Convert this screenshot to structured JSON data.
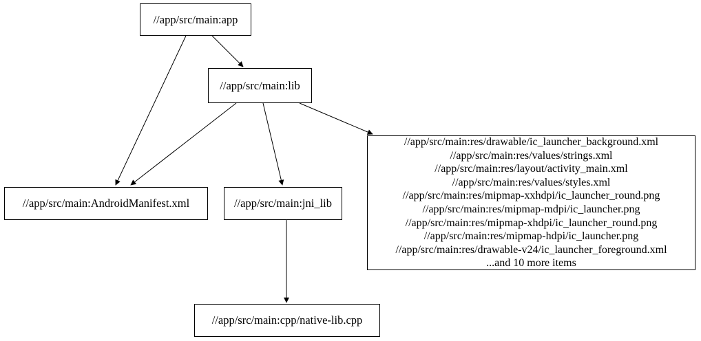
{
  "graph": {
    "type": "dependency-graph",
    "colors": {
      "background": "#ffffff",
      "node_border": "#000000",
      "node_fill": "#ffffff",
      "edge": "#000000",
      "text": "#000000"
    },
    "nodes": {
      "app": {
        "label": "//app/src/main:app"
      },
      "lib": {
        "label": "//app/src/main:lib"
      },
      "android_manifest": {
        "label": "//app/src/main:AndroidManifest.xml"
      },
      "jni_lib": {
        "label": "//app/src/main:jni_lib"
      },
      "res_group": {
        "lines": [
          "//app/src/main:res/drawable/ic_launcher_background.xml",
          "//app/src/main:res/values/strings.xml",
          "//app/src/main:res/layout/activity_main.xml",
          "//app/src/main:res/values/styles.xml",
          "//app/src/main:res/mipmap-xxhdpi/ic_launcher_round.png",
          "//app/src/main:res/mipmap-mdpi/ic_launcher.png",
          "//app/src/main:res/mipmap-xhdpi/ic_launcher_round.png",
          "//app/src/main:res/mipmap-hdpi/ic_launcher.png",
          "//app/src/main:res/drawable-v24/ic_launcher_foreground.xml",
          "...and 10 more items"
        ]
      },
      "native_lib_cpp": {
        "label": "//app/src/main:cpp/native-lib.cpp"
      }
    },
    "edges": [
      {
        "from": "app",
        "to": "lib"
      },
      {
        "from": "app",
        "to": "android_manifest"
      },
      {
        "from": "lib",
        "to": "android_manifest"
      },
      {
        "from": "lib",
        "to": "jni_lib"
      },
      {
        "from": "lib",
        "to": "res_group"
      },
      {
        "from": "jni_lib",
        "to": "native_lib_cpp"
      }
    ]
  }
}
